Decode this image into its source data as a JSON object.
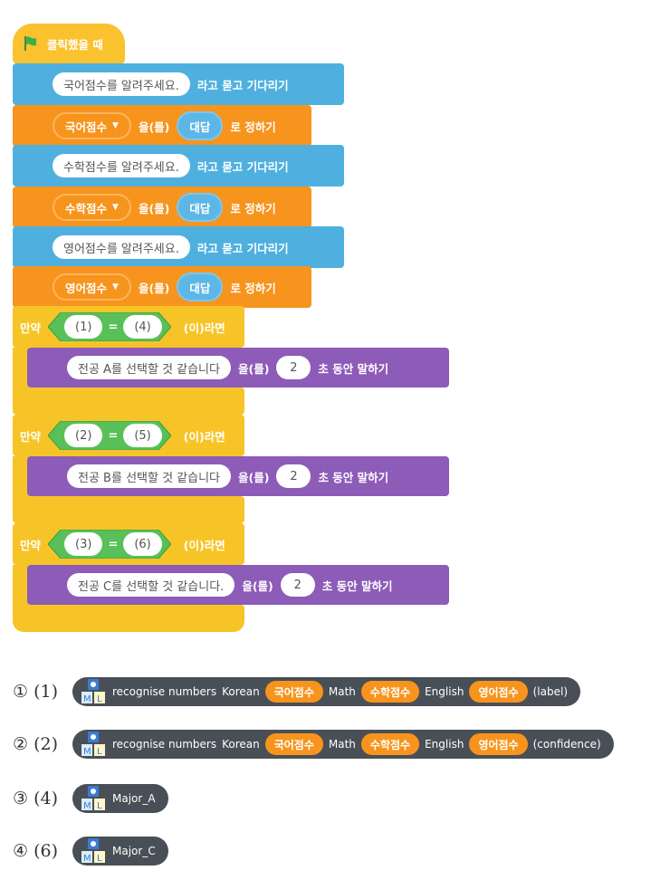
{
  "event": {
    "label": "클릭했을 때",
    "flag_color": "#3fae49"
  },
  "ask_blocks": [
    {
      "question": "국어점수를 알려주세요.",
      "suffix": "라고 묻고 기다리기"
    },
    {
      "question": "수학점수를 알려주세요.",
      "suffix": "라고 묻고 기다리기"
    },
    {
      "question": "영어점수를 알려주세요.",
      "suffix": "라고 묻고 기다리기"
    }
  ],
  "set_blocks": [
    {
      "variable": "국어점수",
      "particle": "을(를)",
      "value": "대답",
      "suffix": "로 정하기"
    },
    {
      "variable": "수학점수",
      "particle": "을(를)",
      "value": "대답",
      "suffix": "로 정하기"
    },
    {
      "variable": "영어점수",
      "particle": "을(를)",
      "value": "대답",
      "suffix": "로 정하기"
    }
  ],
  "if_blocks": [
    {
      "keyword": "만약",
      "left": "(1)",
      "op": "=",
      "right": "(4)",
      "suffix": "(이)라면",
      "say": {
        "text": "전공 A를 선택할 것 같습니다",
        "particle": "을(를)",
        "seconds": "2",
        "suffix": "초 동안 말하기"
      }
    },
    {
      "keyword": "만약",
      "left": "(2)",
      "op": "=",
      "right": "(5)",
      "suffix": "(이)라면",
      "say": {
        "text": "전공 B를 선택할 것 같습니다",
        "particle": "을(를)",
        "seconds": "2",
        "suffix": "초 동안 말하기"
      }
    },
    {
      "keyword": "만약",
      "left": "(3)",
      "op": "=",
      "right": "(6)",
      "suffix": "(이)라면",
      "say": {
        "text": "전공 C를 선택할 것 같습니다.",
        "particle": "을(를)",
        "seconds": "2",
        "suffix": "초 동안 말하기"
      }
    }
  ],
  "options": [
    {
      "label": "① (1)",
      "type": "recognise",
      "text": "recognise numbers",
      "k": "Korean",
      "kv": "국어점수",
      "m": "Math",
      "mv": "수학점수",
      "e": "English",
      "ev": "영어점수",
      "tail": "(label)"
    },
    {
      "label": "② (2)",
      "type": "recognise",
      "text": "recognise numbers",
      "k": "Korean",
      "kv": "국어점수",
      "m": "Math",
      "mv": "수학점수",
      "e": "English",
      "ev": "영어점수",
      "tail": "(confidence)"
    },
    {
      "label": "③ (4)",
      "type": "label",
      "text": "Major_A"
    },
    {
      "label": "④ (6)",
      "type": "label",
      "text": "Major_C"
    }
  ],
  "colors": {
    "event": "#f9c22e",
    "sensing": "#4fb0df",
    "variable": "#f7941d",
    "control": "#f7c427",
    "operator": "#59c059",
    "looks": "#8d5bb8",
    "ml": "#494f56"
  }
}
